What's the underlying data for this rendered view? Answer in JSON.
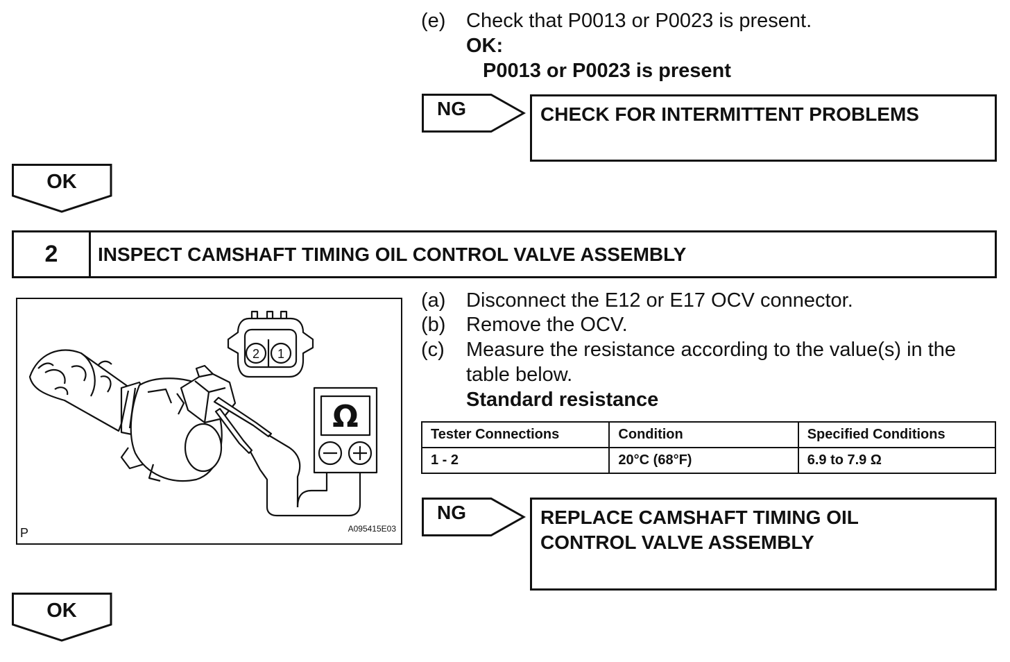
{
  "check_e": {
    "label": "(e)",
    "text": "Check that P0013 or P0023 is present.",
    "ok_heading": "OK:",
    "ok_text": "P0013 or P0023 is present"
  },
  "ng1": {
    "tag": "NG",
    "result": "CHECK FOR INTERMITTENT PROBLEMS"
  },
  "ok1": {
    "tag": "OK"
  },
  "step2": {
    "number": "2",
    "title": "INSPECT CAMSHAFT TIMING OIL CONTROL VALVE ASSEMBLY"
  },
  "figure": {
    "connector_pins": [
      "2",
      "1"
    ],
    "meter_symbol": "Ω",
    "corner_label": "P",
    "code": "A095415E03"
  },
  "steps": [
    {
      "label": "(a)",
      "text": "Disconnect the E12 or E17 OCV connector."
    },
    {
      "label": "(b)",
      "text": "Remove the OCV."
    },
    {
      "label": "(c)",
      "text_line1": "Measure the resistance according to the value(s) in the",
      "text_line2": "table below."
    }
  ],
  "standard_heading": "Standard resistance",
  "table": {
    "headers": [
      "Tester Connections",
      "Condition",
      "Specified Conditions"
    ],
    "rows": [
      [
        "1 - 2",
        "20°C (68°F)",
        "6.9 to 7.9 Ω"
      ]
    ]
  },
  "ng2": {
    "tag": "NG",
    "result_line1": "REPLACE CAMSHAFT TIMING OIL",
    "result_line2": "CONTROL VALVE ASSEMBLY"
  },
  "ok2": {
    "tag": "OK"
  }
}
